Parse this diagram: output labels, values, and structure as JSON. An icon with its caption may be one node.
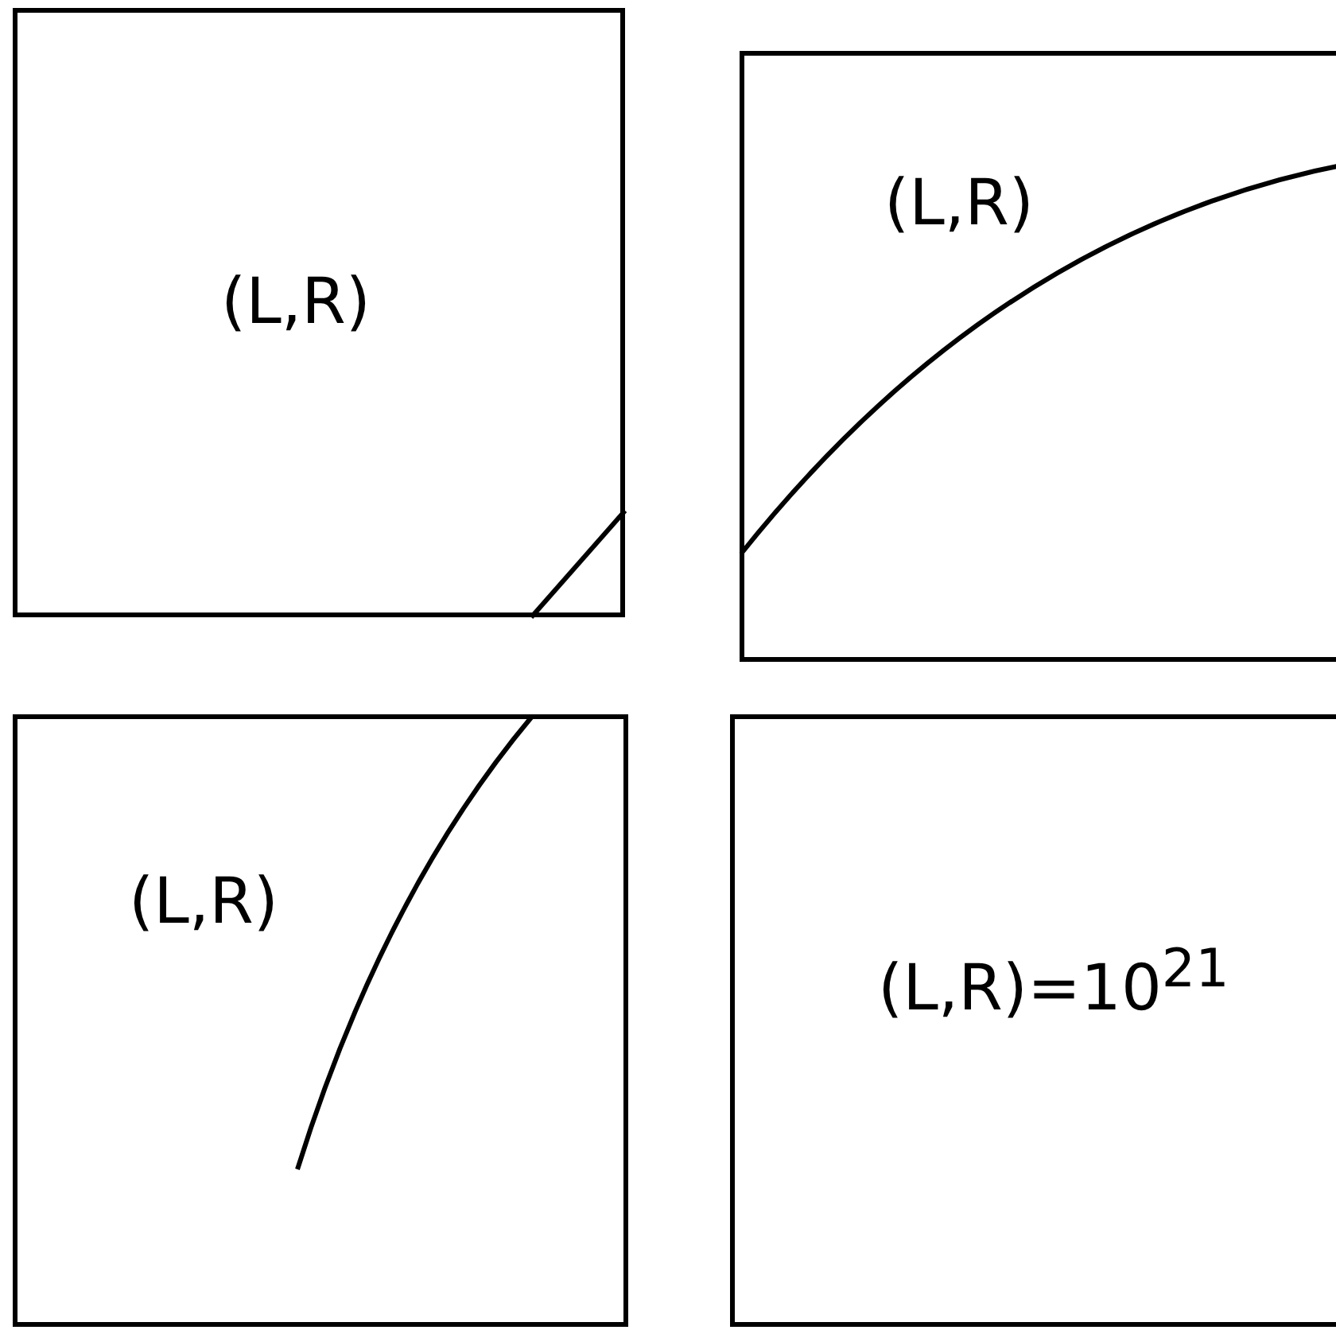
{
  "diagram": {
    "nodes": [
      {
        "text": [
          "(L,R)"
        ]
      },
      {
        "text": [
          "(L,R)"
        ]
      },
      {
        "text": [
          "(L,R)"
        ]
      },
      {
        "text": [
          "(L,R)=10$^{21}$"
        ]
      }
    ],
    "edges": []
  }
}
